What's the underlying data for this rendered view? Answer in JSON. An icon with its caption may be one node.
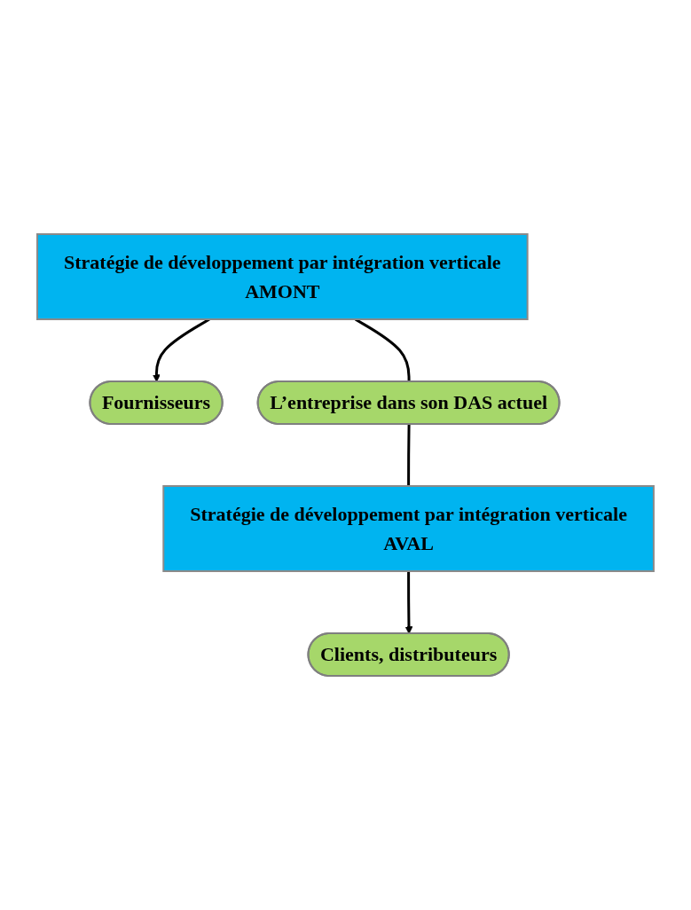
{
  "diagram": {
    "nodes": [
      {
        "text": [
          "Fournisseurs"
        ]
      },
      {
        "text": [
          "Stratégie de développement par intégration verticale",
          "AMONT"
        ]
      },
      {
        "text": [
          "L’entreprise dans son DAS actuel"
        ]
      },
      {
        "text": [
          "Stratégie de développement par intégration verticale",
          "AVAL"
        ]
      },
      {
        "text": [
          "Clients, distributeurs"
        ]
      }
    ],
    "edges": [
      {
        "from": 1,
        "to": 0,
        "arrow": "to"
      },
      {
        "from": 1,
        "to": 2,
        "arrow": "none"
      },
      {
        "from": 2,
        "to": 3,
        "arrow": "none"
      },
      {
        "from": 3,
        "to": 4,
        "arrow": "to"
      }
    ]
  }
}
